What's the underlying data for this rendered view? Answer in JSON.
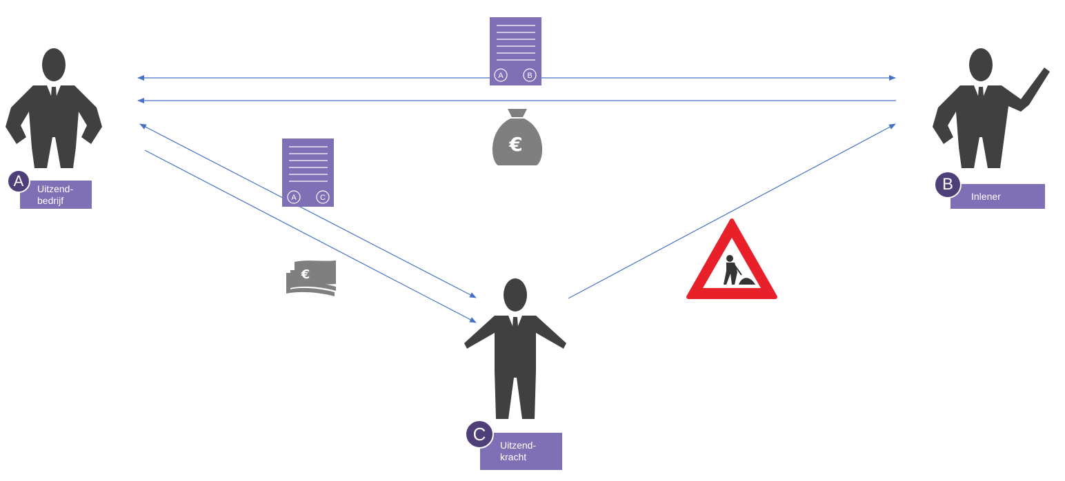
{
  "parties": {
    "a": {
      "badge": "A",
      "label_line1": "Uitzend-",
      "label_line2": "bedrijf"
    },
    "b": {
      "badge": "B",
      "label_line1": "Inlener"
    },
    "c": {
      "badge": "C",
      "label_line1": "Uitzend-",
      "label_line2": "kracht"
    }
  },
  "contracts": {
    "ab": {
      "left": "A",
      "right": "B"
    },
    "ac": {
      "left": "A",
      "right": "C"
    }
  },
  "icons": {
    "money_bag": "money-bag-euro-icon",
    "cash": "euro-banknotes-icon",
    "warning": "road-work-warning-icon",
    "person": "businessman-icon",
    "document": "contract-document-icon",
    "currency_symbol": "€"
  },
  "colors": {
    "person": "#404040",
    "label_bg": "#7f6fb4",
    "badge_bg": "#4f3f79",
    "arrow": "#4472c4",
    "money": "#7f7f7f",
    "warning_red": "#e8202a"
  }
}
